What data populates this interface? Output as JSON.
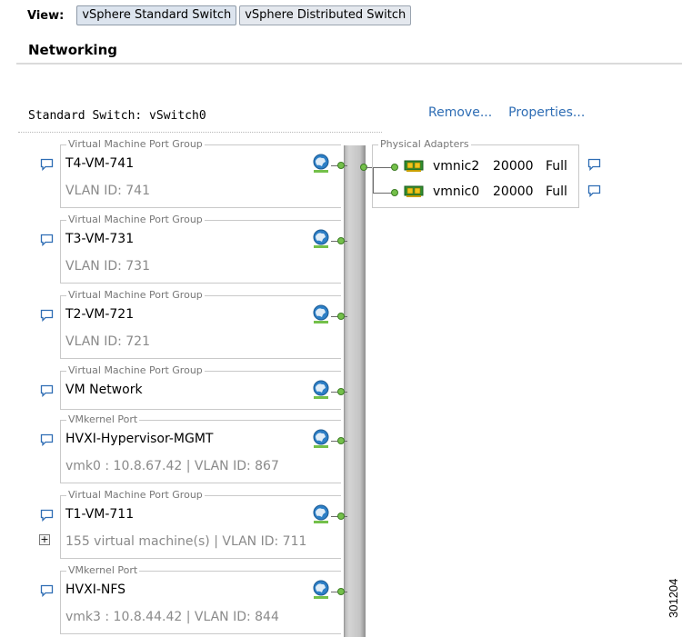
{
  "view": {
    "label": "View:",
    "buttons": [
      "vSphere Standard Switch",
      "vSphere Distributed Switch"
    ]
  },
  "section_title": "Networking",
  "switch": {
    "label": "Standard Switch: vSwitch0",
    "actions": [
      "Remove...",
      "Properties..."
    ]
  },
  "port_groups": [
    {
      "type": "Virtual Machine Port Group",
      "name": "T4-VM-741",
      "sub": "VLAN ID: 741"
    },
    {
      "type": "Virtual Machine Port Group",
      "name": "T3-VM-731",
      "sub": "VLAN ID: 731"
    },
    {
      "type": "Virtual Machine Port Group",
      "name": "T2-VM-721",
      "sub": "VLAN ID: 721"
    },
    {
      "type": "Virtual Machine Port Group",
      "name": "VM Network",
      "sub": ""
    },
    {
      "type": "VMkernel Port",
      "name": "HVXI-Hypervisor-MGMT",
      "sub": "vmk0 : 10.8.67.42 | VLAN ID: 867"
    },
    {
      "type": "Virtual Machine Port Group",
      "name": "T1-VM-711",
      "sub": "155 virtual machine(s) | VLAN ID: 711"
    },
    {
      "type": "VMkernel Port",
      "name": "HVXI-NFS",
      "sub": "vmk3 : 10.8.44.42 | VLAN ID: 844"
    }
  ],
  "physical_adapters": {
    "title": "Physical Adapters",
    "adapters": [
      {
        "name": "vmnic2",
        "speed": "20000",
        "duplex": "Full"
      },
      {
        "name": "vmnic0",
        "speed": "20000",
        "duplex": "Full"
      }
    ]
  },
  "expand_glyph": "+",
  "figure_id": "301204",
  "icons": {
    "port_group": "network-globe-icon",
    "info": "speech-bubble-icon",
    "adapter": "network-card-icon",
    "expand": "plus-box-icon"
  },
  "colors": {
    "link": "#2e6db4",
    "connector": "#74c04a",
    "globe": "#2d7fc6",
    "nic": "#2f8f2f"
  }
}
